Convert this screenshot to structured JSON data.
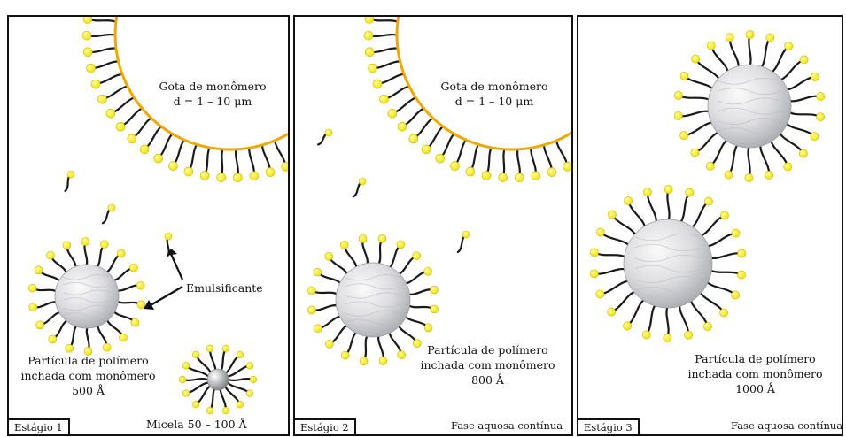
{
  "panels": [
    {
      "stage_label": "Estágio 1",
      "droplet_label": [
        "Gota de monômero",
        "d = 1 – 10 μm"
      ],
      "particle_label": [
        "Partícula de polímero",
        "inchada com monômero",
        "500 Å"
      ],
      "emulsifier_label": "Emulsificante",
      "micelle_label": "Micela 50 – 100 Å"
    },
    {
      "stage_label": "Estágio 2",
      "droplet_label": [
        "Gota de monômero",
        "d = 1 – 10 μm"
      ],
      "particle_label": [
        "Partícula de polímero",
        "inchada com monômero",
        "800 Å"
      ],
      "phase_label": "Fase aquosa contínua"
    },
    {
      "stage_label": "Estágio 3",
      "particle_label": [
        "Partícula de polímero",
        "inchada com monômero",
        "1000 Å"
      ],
      "phase_label": "Fase aquosa contínua"
    }
  ],
  "colors": {
    "surfactant_head": "#f2e400",
    "surfactant_tail": "#1a1a1a",
    "droplet_outline": "#f0a800",
    "particle_fill": "#e8e8ea",
    "panel_border": "#111111"
  },
  "icons": [
    "surfactant-molecule-icon",
    "polymer-particle-icon",
    "monomer-droplet-icon",
    "micelle-icon",
    "arrow-icon"
  ]
}
